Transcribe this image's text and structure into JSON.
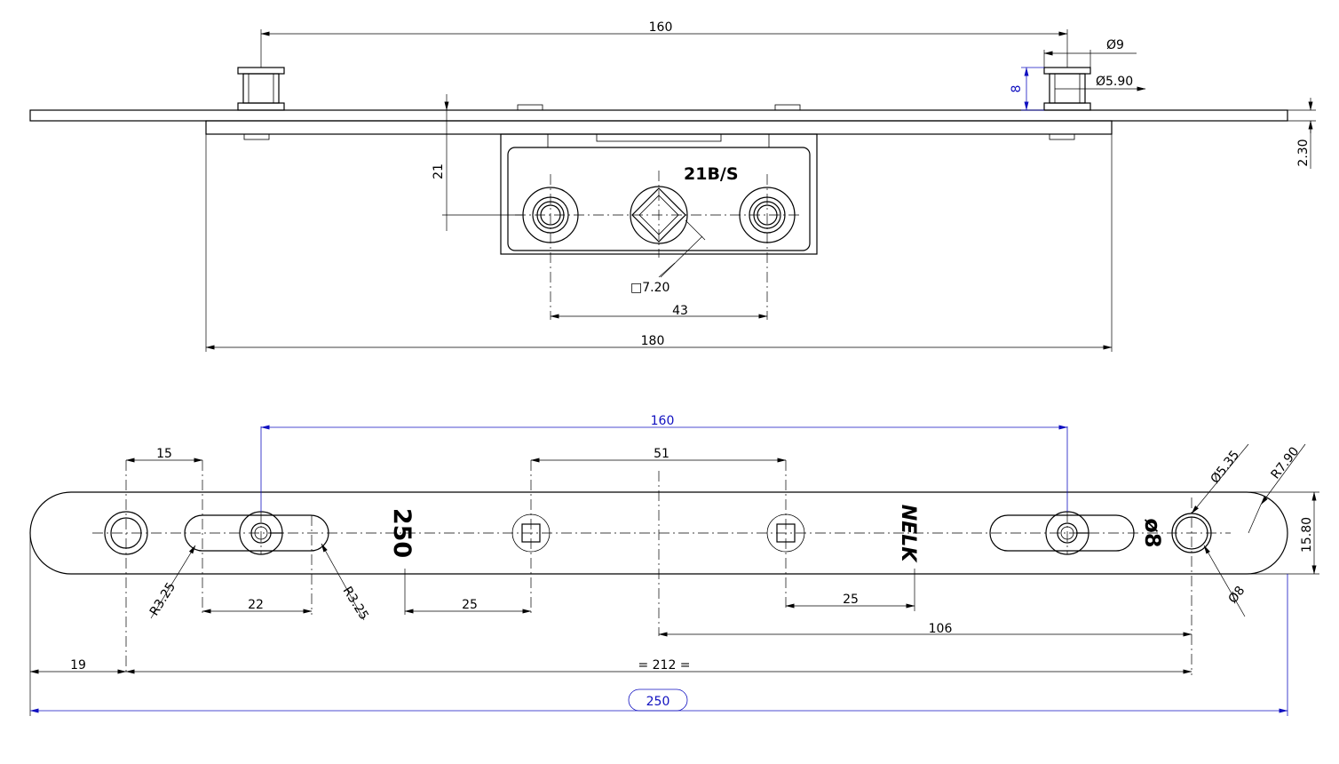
{
  "top_view": {
    "dims": {
      "pin_spacing": "160",
      "pin_head_dia": "Ø9",
      "pin_shaft_dia": "Ø5.90",
      "pin_height": "8",
      "plate_thickness": "2.30",
      "body_offset": "21",
      "square": "□7.20",
      "hole_spacing": "43",
      "body_length": "180"
    },
    "marking": "21B/S"
  },
  "front_view": {
    "dims": {
      "pin_spacing": "160",
      "slot_width": "15",
      "square_spacing": "51",
      "hole_small": "Ø5.35",
      "end_radius": "R7.90",
      "bar_height": "15.80",
      "hole_dia": "Ø8",
      "slot_radius_left": "R3.25",
      "slot_radius_right": "R3.25",
      "slot_length": "22",
      "left_offset": "25",
      "right_offset": "25",
      "center_to_hole": "106",
      "hole_to_hole": "= 212 =",
      "end_to_hole": "19",
      "overall_length": "250"
    },
    "marking_length": "250",
    "marking_brand": "NELK",
    "marking_dia": "ø8"
  },
  "colors": {
    "line": "#000000",
    "dimension_blue": "#1010c0"
  }
}
